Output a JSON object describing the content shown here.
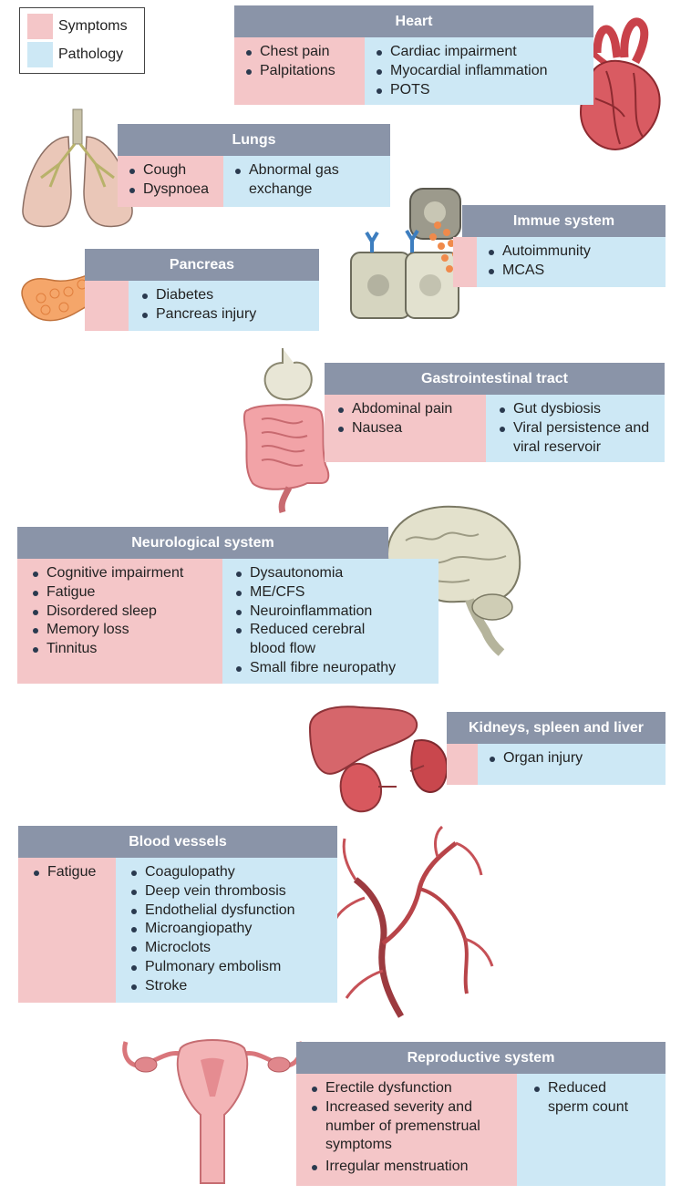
{
  "legend": {
    "symptoms": "Symptoms",
    "pathology": "Pathology"
  },
  "organs": {
    "heart": {
      "title": "Heart",
      "symptoms": [
        "Chest pain",
        "Palpitations"
      ],
      "pathology": [
        "Cardiac impairment",
        "Myocardial inflammation",
        "POTS"
      ]
    },
    "lungs": {
      "title": "Lungs",
      "symptoms": [
        "Cough",
        "Dyspnoea"
      ],
      "pathology": [
        "Abnormal gas exchange"
      ]
    },
    "immune": {
      "title": "Immue system",
      "symptoms": [],
      "pathology": [
        "Autoimmunity",
        "MCAS"
      ]
    },
    "pancreas": {
      "title": "Pancreas",
      "symptoms": [],
      "pathology": [
        "Diabetes",
        "Pancreas injury"
      ]
    },
    "gi": {
      "title": "Gastrointestinal tract",
      "symptoms": [
        "Abdominal pain",
        "Nausea"
      ],
      "pathology": [
        "Gut dysbiosis",
        "Viral persistence and viral reservoir"
      ]
    },
    "neuro": {
      "title": "Neurological system",
      "symptoms": [
        "Cognitive impairment",
        "Fatigue",
        "Disordered sleep",
        "Memory loss",
        "Tinnitus"
      ],
      "pathology": [
        "Dysautonomia",
        "ME/CFS",
        "Neuroinflammation",
        "Reduced cerebral blood flow",
        "Small fibre neuropathy"
      ]
    },
    "kidneys": {
      "title": "Kidneys, spleen and liver",
      "symptoms": [],
      "pathology": [
        "Organ injury"
      ]
    },
    "blood": {
      "title": "Blood vessels",
      "symptoms": [
        "Fatigue"
      ],
      "pathology": [
        "Coagulopathy",
        "Deep vein thrombosis",
        "Endothelial dysfunction",
        "Microangiopathy",
        "Microclots",
        "Pulmonary embolism",
        "Stroke"
      ]
    },
    "repro": {
      "title": "Reproductive system",
      "symptoms": [
        "Erectile dysfunction",
        "Increased severity and number of premenstrual symptoms",
        "Irregular menstruation"
      ],
      "pathology": [
        "Reduced sperm count"
      ]
    }
  },
  "colors": {
    "symptoms": "#f4c6c8",
    "pathology": "#cde8f5",
    "header": "#8a94a8"
  }
}
